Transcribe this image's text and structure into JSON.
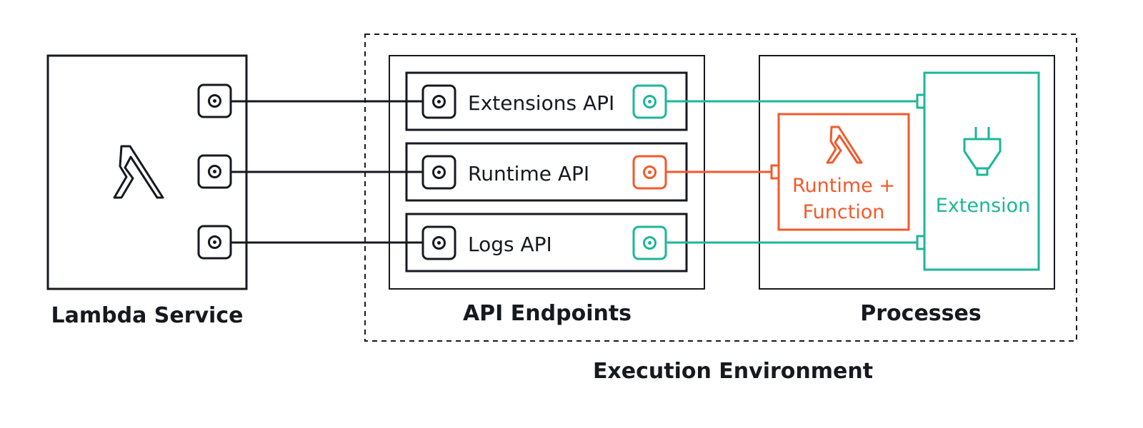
{
  "lambda_service": {
    "title": "Lambda Service",
    "icon": "lambda-icon"
  },
  "api_endpoints": {
    "title": "API Endpoints",
    "items": [
      {
        "label": "Extensions API",
        "port_color": "#1db699"
      },
      {
        "label": "Runtime API",
        "port_color": "#f15a2b"
      },
      {
        "label": "Logs API",
        "port_color": "#1db699"
      }
    ]
  },
  "processes": {
    "title": "Processes",
    "runtime": {
      "line1": "Runtime +",
      "line2": "Function",
      "icon": "lambda-icon"
    },
    "extension": {
      "label": "Extension",
      "icon": "plug-icon"
    }
  },
  "execution_environment": {
    "title": "Execution Environment"
  },
  "colors": {
    "dark": "#16191f",
    "teal": "#1db699",
    "orange": "#f15a2b"
  }
}
